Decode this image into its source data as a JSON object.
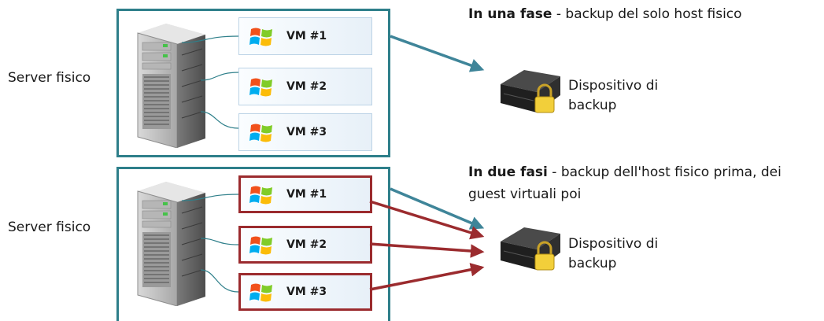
{
  "diagram": {
    "top": {
      "server_label": "Server fisico",
      "vms": [
        "VM #1",
        "VM #2",
        "VM #3"
      ],
      "heading_bold": "In una fase",
      "heading_rest": " - backup del solo host fisico",
      "device_label_line1": "Dispositivo di",
      "device_label_line2": "backup"
    },
    "bottom": {
      "server_label": "Server fisico",
      "vms": [
        "VM #1",
        "VM #2",
        "VM #3"
      ],
      "heading_bold": "In due fasi",
      "heading_rest": " - backup dell'host fisico prima, dei",
      "heading_line2": "guest virtuali poi",
      "device_label_line1": "Dispositivo di",
      "device_label_line2": "backup"
    },
    "colors": {
      "panel_border": "#2e7f8a",
      "host_arrow": "#3f8599",
      "vm_arrow": "#9b2b2e",
      "vm_highlight_border": "#9b2b2e"
    },
    "icons": [
      "server-tower-icon",
      "windows-flag-icon",
      "backup-drive-icon",
      "padlock-icon"
    ]
  }
}
